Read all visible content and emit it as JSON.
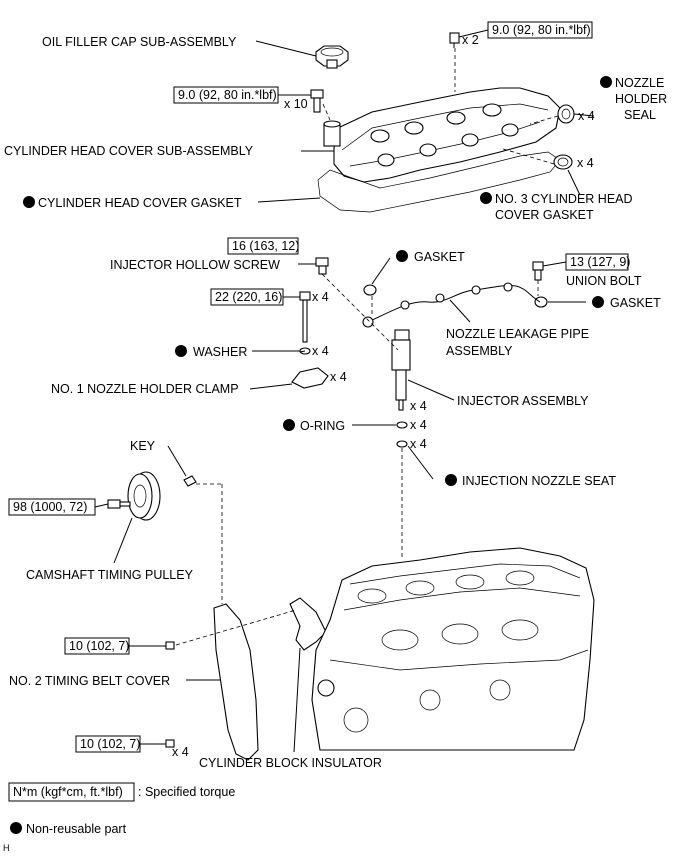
{
  "labels": {
    "oil_filler_cap": "OIL FILLER CAP SUB-ASSEMBLY",
    "cylinder_head_cover": "CYLINDER HEAD COVER SUB-ASSEMBLY",
    "cylinder_head_cover_gasket": "CYLINDER HEAD COVER GASKET",
    "nozzle_holder_seal_1": "NOZZLE",
    "nozzle_holder_seal_2": "HOLDER",
    "nozzle_holder_seal_3": "SEAL",
    "no3_gasket_1": "NO. 3 CYLINDER HEAD",
    "no3_gasket_2": "COVER GASKET",
    "injector_hollow_screw": "INJECTOR HOLLOW SCREW",
    "gasket_top": "GASKET",
    "union_bolt": "UNION BOLT",
    "gasket_right": "GASKET",
    "nozzle_leakage_pipe_1": "NOZZLE LEAKAGE PIPE",
    "nozzle_leakage_pipe_2": "ASSEMBLY",
    "washer": "WASHER",
    "no1_nozzle_holder_clamp": "NO. 1 NOZZLE HOLDER CLAMP",
    "injector_assembly": "INJECTOR ASSEMBLY",
    "o_ring": "O-RING",
    "injection_nozzle_seat": "INJECTION NOZZLE SEAT",
    "key": "KEY",
    "camshaft_timing_pulley": "CAMSHAFT TIMING PULLEY",
    "no2_timing_belt_cover": "NO. 2 TIMING BELT COVER",
    "cylinder_block_insulator": "CYLINDER BLOCK INSULATOR"
  },
  "torques": {
    "cover_nut": "9.0 (92, 80 in.*lbf)",
    "cover_bolt": "9.0 (92, 80 in.*lbf)",
    "hollow_screw": "16 (163, 12)",
    "union_bolt": "13 (127, 9)",
    "clamp_bolt": "22 (220, 16)",
    "pulley_bolt": "98 (1000, 72)",
    "cover_bolt_upper": "10 (102, 7)",
    "cover_bolt_lower": "10 (102, 7)"
  },
  "quantities": {
    "cover_nut": "x 2",
    "cover_bolt": "x 10",
    "nozzle_holder_seal": "x 4",
    "no3_gasket": "x 4",
    "clamp_bolt": "x 4",
    "washer": "x 4",
    "clamp": "x 4",
    "injector": "x 4",
    "o_ring": "x 4",
    "nozzle_seat": "x 4",
    "cover_bolt_lower": "x 4"
  },
  "legend": {
    "torque_box": "N*m (kgf*cm, ft.*lbf)",
    "torque_text": ": Specified torque",
    "non_reusable": "Non-reusable part"
  },
  "figure_code": "H"
}
